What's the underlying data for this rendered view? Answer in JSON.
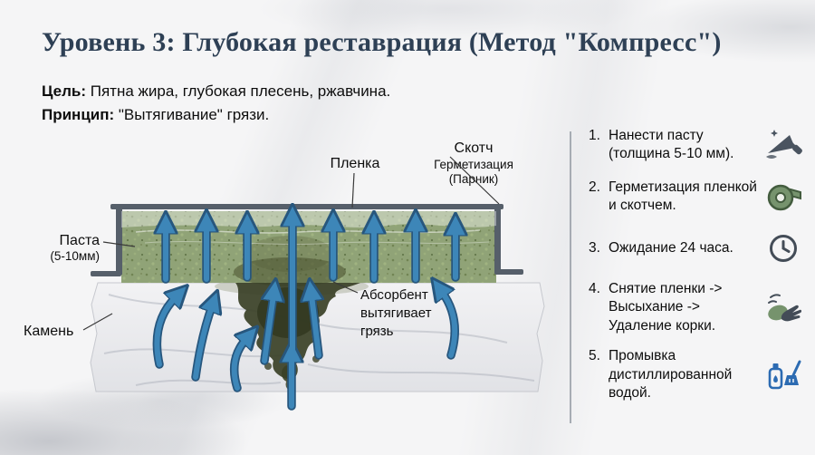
{
  "title": "Уровень 3: Глубокая реставрация (Метод \"Компресс\")",
  "intro": {
    "goal_label": "Цель:",
    "goal_text": "Пятна жира, глубокая плесень, ржавчина.",
    "principle_label": "Принцип:",
    "principle_text": "\"Вытягивание\" грязи."
  },
  "diagram": {
    "film_label": "Пленка",
    "tape_label": "Скотч",
    "seal_label_1": "Герметизация",
    "seal_label_2": "(Парник)",
    "paste_label_1": "Паста",
    "paste_label_2": "(5-10мм)",
    "stone_label": "Камень",
    "absorbent_label_1": "Абсорбент",
    "absorbent_label_2": "вытягивает",
    "absorbent_label_3": "грязь",
    "colors": {
      "paste": "#90a377",
      "arrow": "#3d86b8",
      "arrow_outline": "#27567d",
      "stain": "#3a4026",
      "frame": "#565f6a",
      "title": "#2e4055"
    }
  },
  "steps": [
    {
      "num": "1.",
      "text": "Нанести пасту (толщина 5-10 мм).",
      "icon": "trowel-icon"
    },
    {
      "num": "2.",
      "text": "Герметизация пленкой и скотчем.",
      "icon": "tape-icon"
    },
    {
      "num": "3.",
      "text": "Ожидание 24 часа.",
      "icon": "clock-icon"
    },
    {
      "num": "4.",
      "text": "Снятие пленки -> Высыхание -> Удаление корки.",
      "icon": "hand-wipe-icon"
    },
    {
      "num": "5.",
      "text": "Промывка дистиллированной водой.",
      "icon": "water-brush-icon"
    }
  ]
}
